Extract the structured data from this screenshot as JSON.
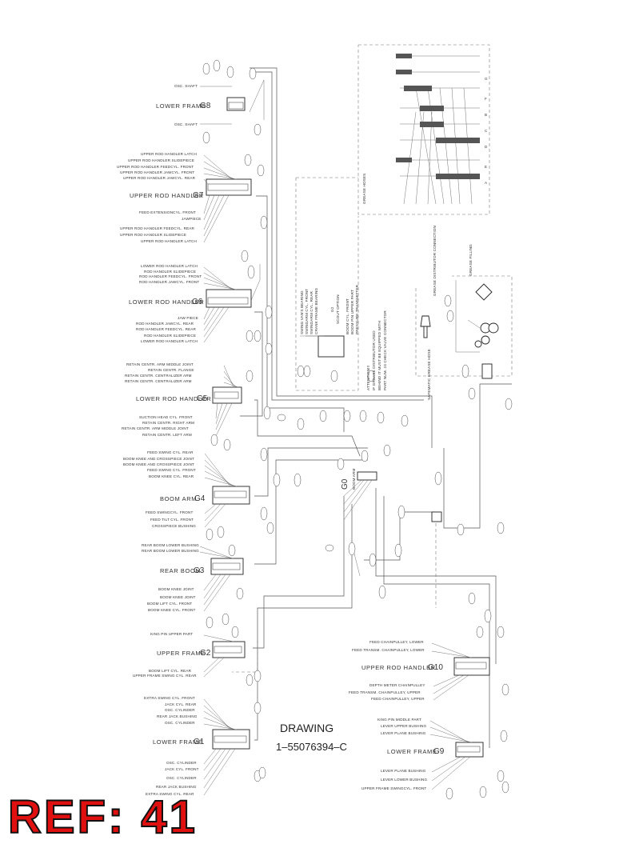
{
  "drawing": {
    "title": "DRAWING",
    "number": "1–55076394–C"
  },
  "ref_label": "REF: 41",
  "top_right_panel": {
    "label": "GREASE HOSES",
    "letters": [
      "A",
      "B",
      "C",
      "D",
      "E",
      "F",
      "G"
    ]
  },
  "scout_option": {
    "code": "G2",
    "label": "SCOUT OPTION",
    "items": [
      "SWING VAN'S BEARING",
      "SWINGARM CYL. FRONT",
      "SWINGARM CYL. REAR",
      "CRANK FRAME BEARING",
      "BOOM CYL. FRONT",
      "BOOM PIN UPPER PART",
      "PRESSURE TRANSMITTER"
    ]
  },
  "attention_note": [
    "ATTENTION!!!",
    "IF GREASE DISTRIBUTOR USED",
    "BEHIND IT MUST BE EQUIPPED WITH",
    "PART NUM. 24 CHECK VALVE CONNECTOR"
  ],
  "pump": {
    "labels": [
      "GREASE DISTRIBUTOR CONNECTION",
      "SAFEMATIC GREASE HOSE",
      "GREASE FILLING"
    ]
  },
  "groups": [
    {
      "code": "G8",
      "name": "LOWER FRAME",
      "left_top": [
        "OSC. SHAFT"
      ],
      "left_bottom": [
        "OSC. SHAFT"
      ]
    },
    {
      "code": "G7",
      "name": "UPPER ROD HANDLER",
      "left_top": [
        "UPPER ROD HANDLER LATCH",
        "UPPER ROD HANDLER SLIDEPIECE",
        "UPPER ROD HANDLER FEEDCYL. FRONT",
        "UPPER ROD HANDLER JAWCYL. FRONT",
        "UPPER ROD HANDLER JAWCYL. REAR"
      ],
      "left_bottom": [
        "FEED EXTENSIONCYL. FRONT",
        "JAWPIECE",
        "UPPER ROD HANDLER FEEDCYL. REAR",
        "UPPER ROD HANDLER SLIDEPIECE",
        "UPPER ROD HANDLER LATCH"
      ]
    },
    {
      "code": "G6",
      "name": "LOWER ROD HANDLER",
      "left_top": [
        "LOWER ROD HANDLER LATCH",
        "ROD HANDLER SLIDEPIECE",
        "ROD HANDLER FEEDCYL. FRONT",
        "ROD HANDLER JAWCYL. FRONT"
      ],
      "left_bottom": [
        "JAW PIECE",
        "ROD HANDLER JAWCYL. REAR",
        "ROD HANDLER FEEDCYL. REAR",
        "ROD HANDLER SLIDEPIECE",
        "LOWER ROD HANDLER LATCH"
      ]
    },
    {
      "code": "G5",
      "name": "LOWER ROD HANDLER",
      "left_top": [
        "RETAIN CENTR. ARM MIDDLE JOINT",
        "RETAIN CENTR. FLANGE",
        "RETAIN CENTR. CENTRALIZER ARM",
        "RETAIN CENTR. CENTRALIZER ARM"
      ],
      "left_bottom": [
        "SUCTION HEAD CYL. FRONT",
        "RETAIN CENTR. RIGHT ARM",
        "RETAIN CENTR. ARM MIDDLE JOINT",
        "RETAIN CENTR. LEFT ARM"
      ]
    },
    {
      "code": "G4",
      "name": "BOOM ARM",
      "left_top": [
        "FEED SWING CYL. REAR",
        "BOOM KNEE AND CROSSPIECE JOINT",
        "BOOM KNEE AND CROSSPIECE JOINT",
        "FEED SWING CYL. FRONT",
        "BOOM KNEE CYL. REAR"
      ],
      "left_bottom": [
        "FEED SWINGCYL. FRONT",
        "FEED TILT CYL. FRONT",
        "CROSSPIECE BUSHING"
      ]
    },
    {
      "code": "G3",
      "name": "REAR BOOM",
      "left_top": [
        "REAR BOOM LOWER BUSHING",
        "REAR BOOM LOWER BUSHING"
      ],
      "left_bottom": [
        "BOOM KNEE JOINT",
        "BOOM KNEE JOINT",
        "BOOM LIFT CYL. FRONT",
        "BOOM KNEE CYL. FRONT"
      ]
    },
    {
      "code": "G2",
      "name": "UPPER FRAME",
      "left_top": [
        "KING PIN UPPER PART"
      ],
      "left_bottom": [
        "BOOM LIFT CYL. REAR",
        "UPPER FRAME SWING CYL. REAR"
      ]
    },
    {
      "code": "G1",
      "name": "LOWER FRAME",
      "left_top": [
        "EXTRA SWING CYL. FRONT",
        "JACK CYL. REAR",
        "OSC. CYLINDER",
        "REAR JACK BUSHING",
        "OSC. CYLINDER"
      ],
      "left_bottom": [
        "OSC. CYLINDER",
        "JACK CYL. FRONT",
        "OSC. CYLINDER",
        "REAR JACK BUSHING",
        "EXTRA SWING CYL. REAR"
      ]
    },
    {
      "code": "G10",
      "name": "UPPER ROD HANDLER",
      "left_top": [
        "FEED CHAINPULLEY, LOWER",
        "FEED TRANSM. CHAINPULLEY, LOWER"
      ],
      "left_bottom": [
        "DEPTH METER CHAINPULLEY",
        "FEED TRANSM. CHAINPULLEY, UPPER",
        "FEED CHAINPULLEY, UPPER"
      ]
    },
    {
      "code": "G9",
      "name": "LOWER FRAME",
      "left_top": [
        "KING PIN MIDDLE PART",
        "LEVER UPPER BUSHING",
        "LEVER PLANE BUSHING"
      ],
      "left_bottom": [
        "LEVER PLANE BUSHING",
        "LEVER LOWER BUSHING",
        "UPPER FRAME SWINGCYL. FRONT"
      ]
    },
    {
      "code": "G0",
      "name": "BOOM ARM",
      "left_top": [],
      "left_bottom": []
    }
  ]
}
